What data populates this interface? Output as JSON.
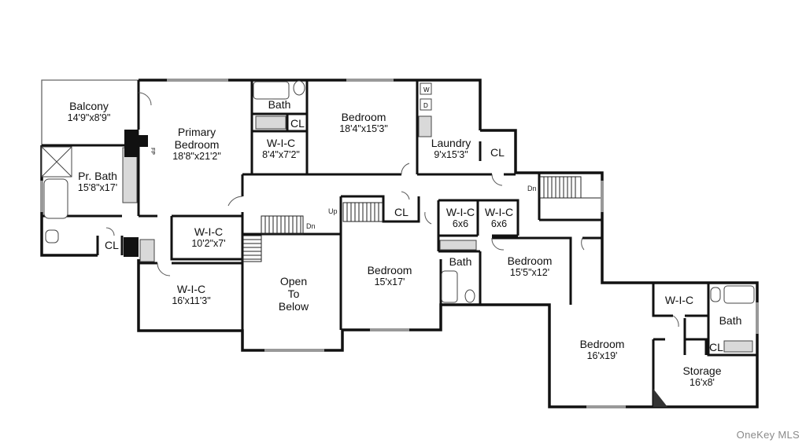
{
  "rooms": {
    "balcony": {
      "name": "Balcony",
      "dim": "14'9\"x8'9\""
    },
    "primary_bedroom": {
      "name": "Primary Bedroom",
      "line1": "Primary",
      "line2": "Bedroom",
      "dim": "18'8\"x21'2\""
    },
    "pr_bath": {
      "name": "Pr. Bath",
      "dim": "15'8\"x17'"
    },
    "cl_left": {
      "name": "CL"
    },
    "wic_1": {
      "name": "W-I-C",
      "dim": "10'2\"x7'"
    },
    "wic_2": {
      "name": "W-I-C",
      "dim": "16'x11'3\""
    },
    "bath_top": {
      "name": "Bath"
    },
    "cl_top": {
      "name": "CL"
    },
    "wic_3": {
      "name": "W-I-C",
      "dim": "8'4\"x7'2\""
    },
    "bedroom_top": {
      "name": "Bedroom",
      "dim": "18'4\"x15'3\""
    },
    "laundry": {
      "name": "Laundry",
      "dim": "9'x15'3\""
    },
    "cl_laundry": {
      "name": "CL"
    },
    "cl_stairs": {
      "name": "CL"
    },
    "open_to_below": {
      "name": "Open To Below",
      "line1": "Open",
      "line2": "To",
      "line3": "Below"
    },
    "bedroom_center": {
      "name": "Bedroom",
      "dim": "15'x17'"
    },
    "wic_4": {
      "name": "W-I-C",
      "dim": "6x6"
    },
    "wic_5": {
      "name": "W-I-C",
      "dim": "6x6"
    },
    "bath_mid": {
      "name": "Bath"
    },
    "bedroom_mid": {
      "name": "Bedroom",
      "dim": "15'5\"x12'"
    },
    "bedroom_right": {
      "name": "Bedroom",
      "dim": "16'x19'"
    },
    "wic_6": {
      "name": "W-I-C"
    },
    "bath_right": {
      "name": "Bath"
    },
    "cl_right": {
      "name": "CL"
    },
    "storage": {
      "name": "Storage",
      "dim": "16'x8'"
    }
  },
  "stairs": {
    "up": "Up",
    "dn1": "Dn",
    "dn2": "Dn"
  },
  "fixtures": {
    "fireplace": "FP",
    "washer": "W",
    "dryer": "D"
  },
  "watermark": "OneKey MLS",
  "colors": {
    "wall": "#111111",
    "thin_wall": "#555555",
    "fill": "#ffffff",
    "fixture_fill": "#d9d9d9"
  }
}
